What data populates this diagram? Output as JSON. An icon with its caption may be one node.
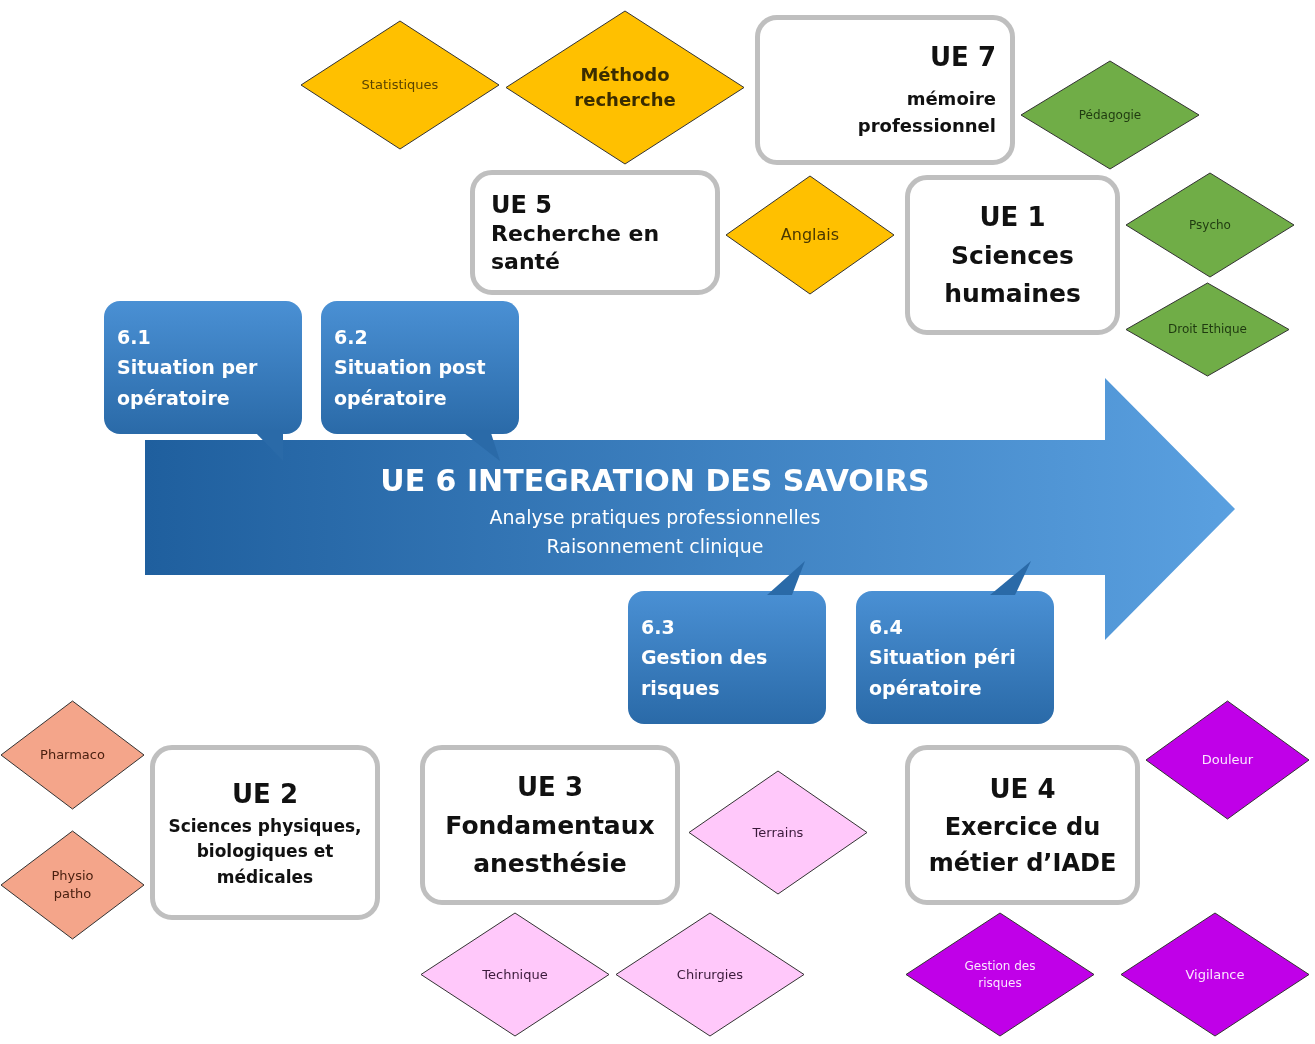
{
  "diagram": {
    "nodes": [
      {
        "text": [
          "Statistiques"
        ]
      },
      {
        "text": [
          "Méthodo recherche"
        ]
      },
      {
        "text": [
          "UE 7",
          "mémoire professionnel"
        ]
      },
      {
        "text": [
          "Pédagogie"
        ]
      },
      {
        "text": [
          "UE 5",
          "Recherche en santé"
        ]
      },
      {
        "text": [
          "Anglais"
        ]
      },
      {
        "text": [
          "UE 1",
          "Sciences humaines"
        ]
      },
      {
        "text": [
          "Psycho"
        ]
      },
      {
        "text": [
          "Droit Ethique"
        ]
      },
      {
        "text": [
          "6.1",
          "Situation per opératoire"
        ]
      },
      {
        "text": [
          "6.2",
          "Situation post opératoire"
        ]
      },
      {
        "text": [
          "UE 6 INTEGRATION DES SAVOIRS",
          "Analyse pratiques professionnelles",
          "Raisonnement clinique"
        ]
      },
      {
        "text": [
          "6.3",
          "Gestion des risques"
        ]
      },
      {
        "text": [
          "6.4",
          "Situation péri opératoire"
        ]
      },
      {
        "text": [
          "Pharmaco"
        ]
      },
      {
        "text": [
          "Douleur"
        ]
      },
      {
        "text": [
          "UE 2",
          "Sciences physiques, biologiques et médicales"
        ]
      },
      {
        "text": [
          "UE 3",
          "Fondamentaux anesthésie"
        ]
      },
      {
        "text": [
          "UE 4",
          "Exercice du métier d’IADE"
        ]
      },
      {
        "text": [
          "Terrains"
        ]
      },
      {
        "text": [
          "Physio patho"
        ]
      },
      {
        "text": [
          "Technique"
        ]
      },
      {
        "text": [
          "Chirurgies"
        ]
      },
      {
        "text": [
          "Gestion des risques"
        ]
      },
      {
        "text": [
          "Vigilance"
        ]
      }
    ],
    "edges": []
  }
}
